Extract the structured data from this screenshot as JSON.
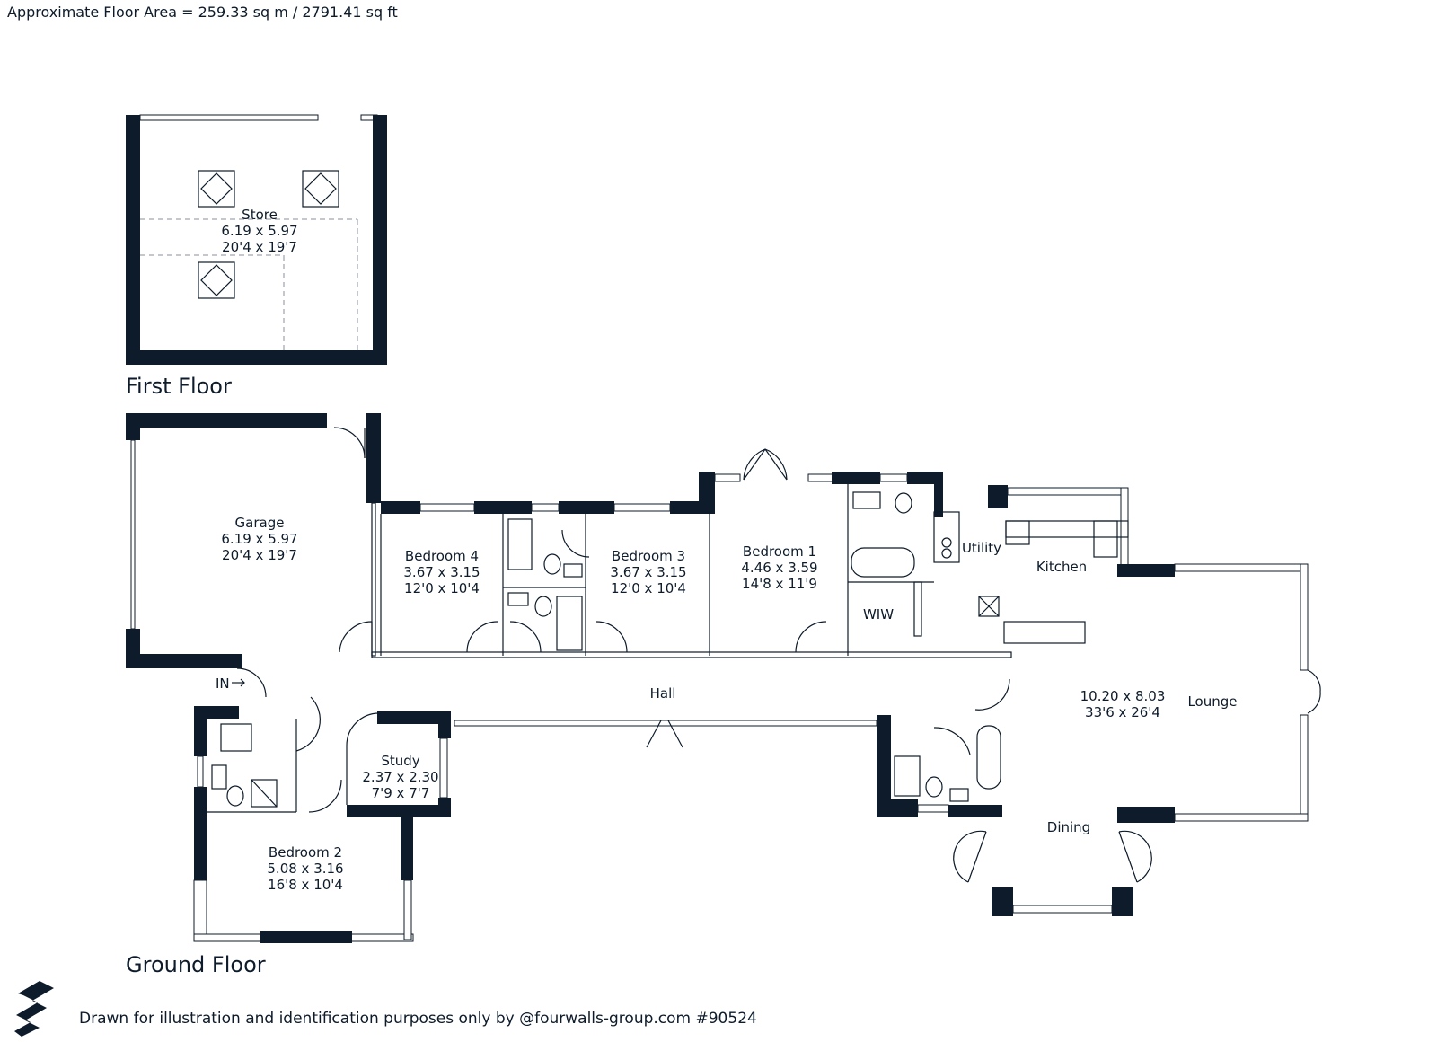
{
  "header": {
    "floor_area": "Approximate Floor Area = 259.33 sq m / 2791.41 sq ft"
  },
  "first_floor": {
    "title": "First Floor",
    "rooms": [
      {
        "name": "Store",
        "metric": "6.19 x 5.97",
        "imperial": "20'4 x 19'7"
      }
    ]
  },
  "ground_floor": {
    "title": "Ground Floor",
    "rooms": [
      {
        "name": "Garage",
        "metric": "6.19 x 5.97",
        "imperial": "20'4 x 19'7"
      },
      {
        "name": "Bedroom 4",
        "metric": "3.67 x 3.15",
        "imperial": "12'0 x 10'4"
      },
      {
        "name": "Bedroom 3",
        "metric": "3.67 x 3.15",
        "imperial": "12'0 x 10'4"
      },
      {
        "name": "Bedroom 1",
        "metric": "4.46 x 3.59",
        "imperial": "14'8 x 11'9"
      },
      {
        "name": "Study",
        "metric": "2.37 x 2.30",
        "imperial": "7'9 x 7'7"
      },
      {
        "name": "Bedroom 2",
        "metric": "5.08 x 3.16",
        "imperial": "16'8 x 10'4"
      }
    ],
    "labels": {
      "utility": "Utility",
      "kitchen": "Kitchen",
      "wiw": "WIW",
      "hall": "Hall",
      "in": "IN",
      "lounge": "Lounge",
      "lounge_metric": "10.20 x 8.03",
      "lounge_imperial": "33'6 x 26'4",
      "dining": "Dining"
    }
  },
  "footer": {
    "disclaimer": "Drawn for illustration and identification purposes only by @fourwalls-group.com #90524"
  },
  "colors": {
    "wall": "#0d1b2a",
    "background": "#ffffff"
  }
}
